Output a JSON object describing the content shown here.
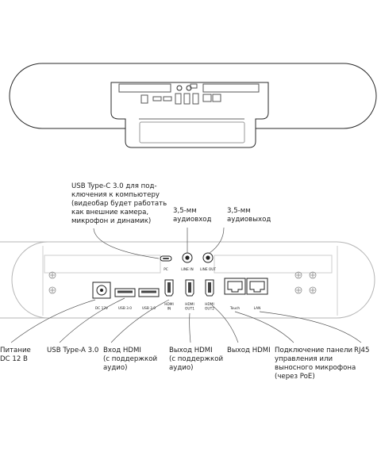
{
  "annotations": {
    "usb_c": "USB Type-C 3.0 для под-\nключения к компьютеру\n(видеобар будет работать\nкак внешние камера,\nмикрофон и динамик)",
    "line_in": "3,5-мм\nаудиовход",
    "line_out": "3,5-мм\nаудиовыход",
    "power": "Питание\nDC 12 В",
    "usb_a": "USB Type-A 3.0",
    "hdmi_in": "Вход HDMI\n(с поддержкой\nаудио)",
    "hdmi_out_1": "Выход HDMI\n(с поддержкой\nаудио)",
    "hdmi_out_2": "Выход HDMI",
    "touch": "Подключение панели\nуправления или\nвыносного микрофона\n(через PoE)",
    "rj45": "RJ45"
  },
  "port_labels": {
    "pc": "PC",
    "line_in": "LINE IN",
    "line_out": "LINE OUT",
    "dc": "DC 12V",
    "usb1": "USB 3.0",
    "usb2": "USB 3.0",
    "hdmi_in": "HDMI\nIN",
    "hdmi_out1": "HDMI\nOUT1",
    "hdmi_out2": "HDMI\nOUT2",
    "touch": "Touch",
    "lan": "LAN"
  }
}
